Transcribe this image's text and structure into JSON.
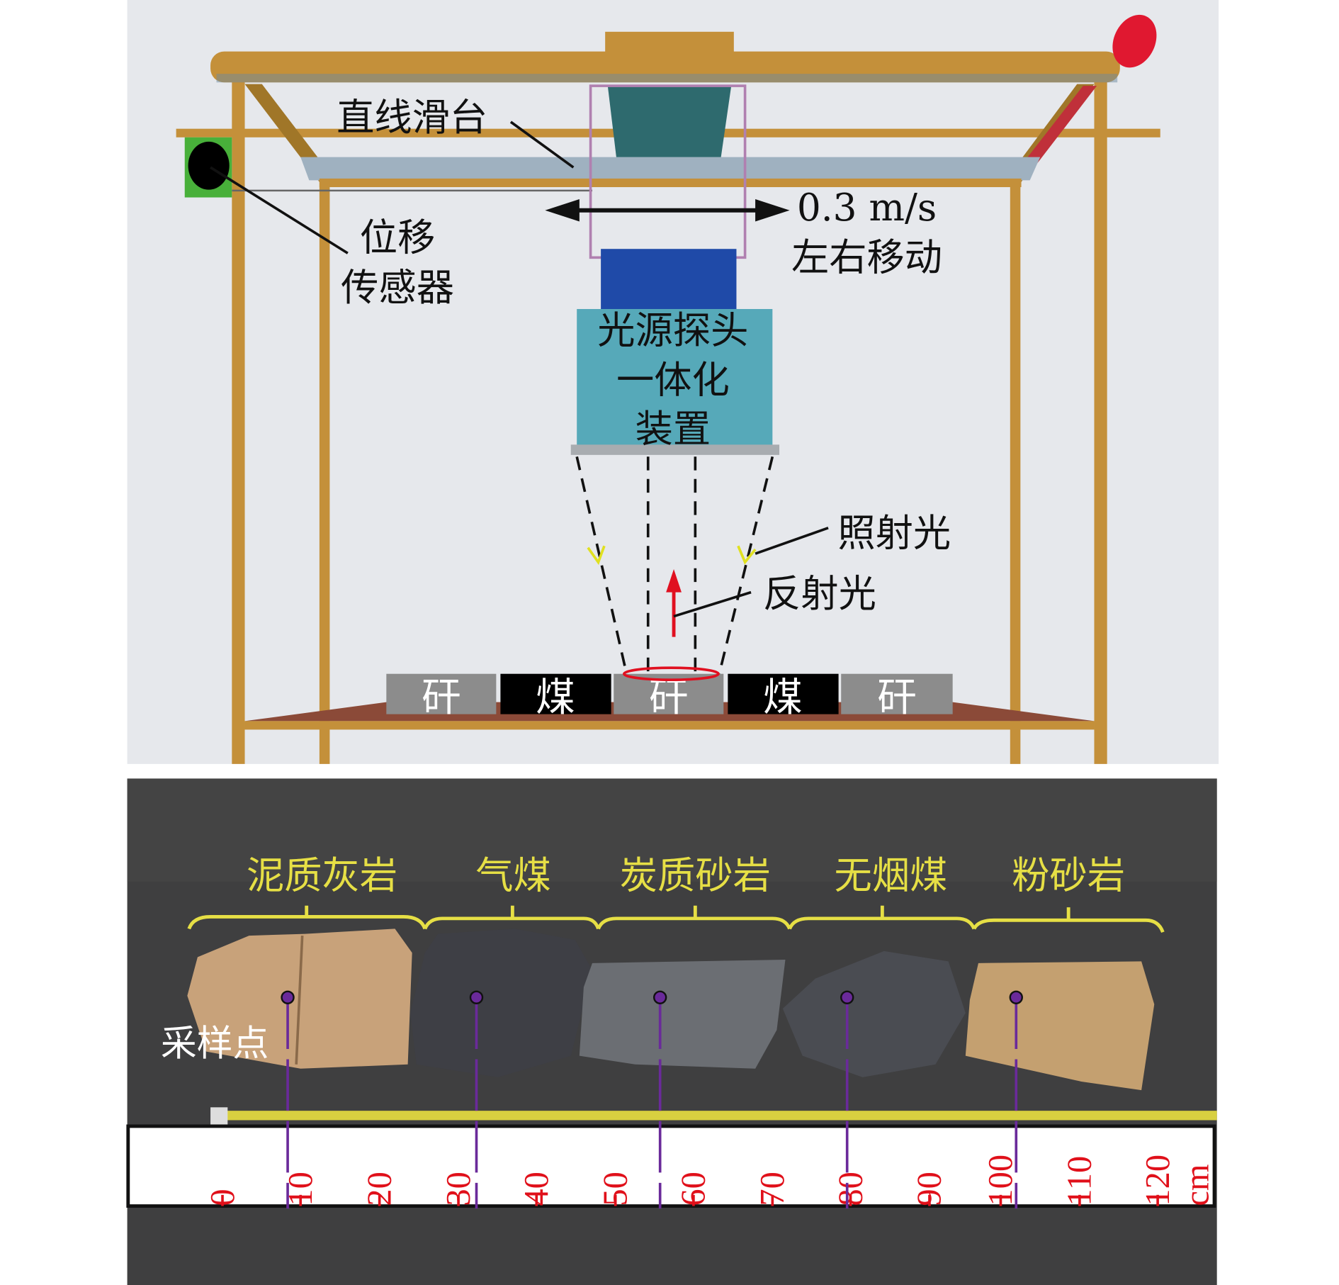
{
  "top_panel": {
    "slide_label": "直线滑台",
    "sensor_label_1": "位移",
    "sensor_label_2": "传感器",
    "speed_label": "0.3 m/s",
    "motion_label": "左右移动",
    "device_label_1": "光源探头",
    "device_label_2": "一体化",
    "device_label_3": "装置",
    "irradiation_label": "照射光",
    "reflection_label": "反射光",
    "blocks": [
      "矸",
      "煤",
      "矸",
      "煤",
      "矸"
    ]
  },
  "bottom_panel": {
    "rock_labels": [
      "泥质灰岩",
      "气煤",
      "炭质砂岩",
      "无烟煤",
      "粉砂岩"
    ],
    "sample_point_label": "采样点",
    "ruler_ticks": [
      "0",
      "10",
      "20",
      "30",
      "40",
      "50",
      "60",
      "70",
      "80",
      "90",
      "100",
      "110",
      "120"
    ],
    "ruler_unit": "cm"
  },
  "colors": {
    "frame": "#c4903a",
    "ruler_text": "#e0101a",
    "label_yellow": "#e6df45",
    "sample_line": "#6a2a9a"
  }
}
